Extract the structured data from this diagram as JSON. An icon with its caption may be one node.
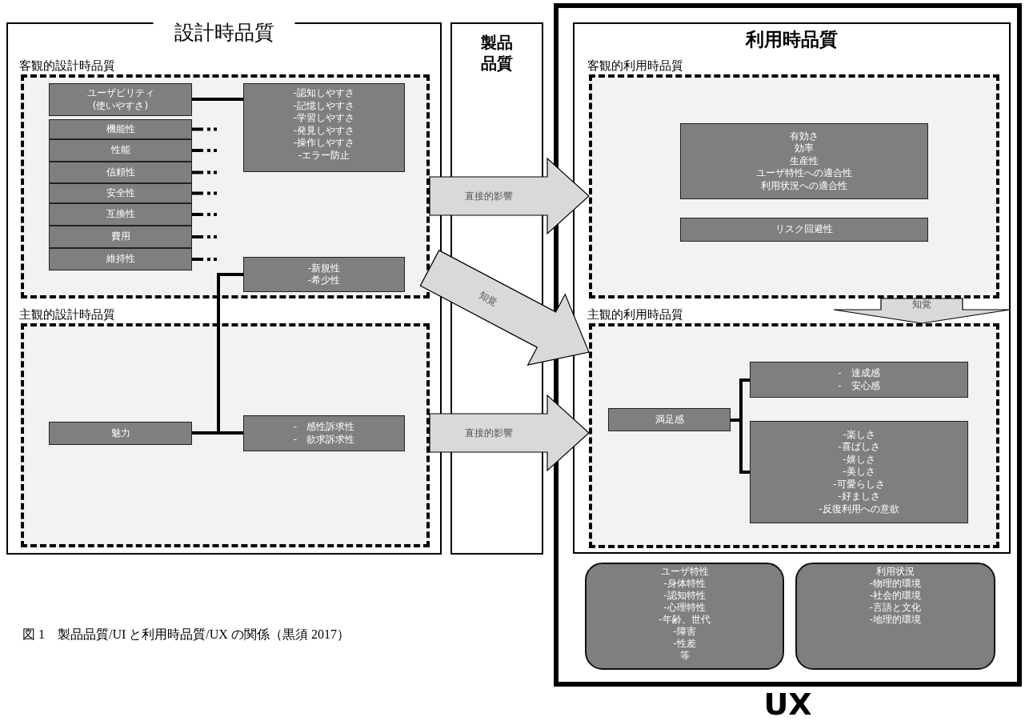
{
  "diagram": {
    "caption": "図 1　製品品質/UI と利用時品質/UX の関係（黒須 2017）",
    "nodes": [
      {
        "text": [
          "設計時品質"
        ]
      },
      {
        "text": [
          "客観的設計時品質"
        ],
        "in": 0
      },
      {
        "text": [
          "ユーザビリティ",
          "(使いやすさ)"
        ],
        "in": 1
      },
      {
        "text": [
          "機能性"
        ],
        "in": 1
      },
      {
        "text": [
          "性能"
        ],
        "in": 1
      },
      {
        "text": [
          "信頼性"
        ],
        "in": 1
      },
      {
        "text": [
          "安全性"
        ],
        "in": 1
      },
      {
        "text": [
          "互換性"
        ],
        "in": 1
      },
      {
        "text": [
          "費用"
        ],
        "in": 1
      },
      {
        "text": [
          "維持性"
        ],
        "in": 1
      },
      {
        "text": [
          "-認知しやすさ",
          "-記憶しやすさ",
          "-学習しやすさ",
          "-発見しやすさ",
          "-操作しやすさ",
          "-エラー防止"
        ],
        "in": 1
      },
      {
        "text": [
          "-新規性",
          "-希少性"
        ],
        "in": 1
      },
      {
        "text": [
          "主観的設計時品質"
        ],
        "in": 0
      },
      {
        "text": [
          "魅力"
        ],
        "in": 12
      },
      {
        "text": [
          "-　感性訴求性",
          "-　欲求訴求性"
        ],
        "in": 12
      },
      {
        "text": [
          "製品品質"
        ]
      },
      {
        "text": [
          "UX"
        ]
      },
      {
        "text": [
          "利用時品質"
        ],
        "in": 16
      },
      {
        "text": [
          "客観的利用時品質"
        ],
        "in": 17
      },
      {
        "text": [
          "有効さ",
          "効率",
          "生産性",
          "ユーザ特性への適合性",
          "利用状況への適合性"
        ],
        "in": 18
      },
      {
        "text": [
          "リスク回避性"
        ],
        "in": 18
      },
      {
        "text": [
          "主観的利用時品質"
        ],
        "in": 17
      },
      {
        "text": [
          "満足感"
        ],
        "in": 21
      },
      {
        "text": [
          "-　達成感",
          "-　安心感"
        ],
        "in": 21
      },
      {
        "text": [
          "-楽しさ",
          "-喜ばしさ",
          "-嬉しさ",
          "-美しさ",
          "-可愛らしさ",
          "-好ましさ",
          "-反復利用への意欲"
        ],
        "in": 21
      },
      {
        "text": [
          "ユーザ特性",
          "-身体特性",
          "-認知特性",
          "-心理特性",
          "-年齢、世代",
          "-障害",
          "-性差",
          "等"
        ],
        "in": 16
      },
      {
        "text": [
          "利用状況",
          "-物理的環境",
          "-社会的環境",
          "-言語と文化",
          "-地理的環境"
        ],
        "in": 16
      }
    ],
    "edges": [
      {
        "from": 2,
        "to": 10,
        "arrow": "none"
      },
      {
        "from": 3,
        "to": null,
        "arrow": "none",
        "style": "dashed"
      },
      {
        "from": 4,
        "to": null,
        "arrow": "none",
        "style": "dashed"
      },
      {
        "from": 5,
        "to": null,
        "arrow": "none",
        "style": "dashed"
      },
      {
        "from": 6,
        "to": null,
        "arrow": "none",
        "style": "dashed"
      },
      {
        "from": 7,
        "to": null,
        "arrow": "none",
        "style": "dashed"
      },
      {
        "from": 8,
        "to": null,
        "arrow": "none",
        "style": "dashed"
      },
      {
        "from": 9,
        "to": null,
        "arrow": "none",
        "style": "dashed"
      },
      {
        "from": 13,
        "to": 11,
        "arrow": "none"
      },
      {
        "from": 13,
        "to": 14,
        "arrow": "none"
      },
      {
        "from": 1,
        "to": 18,
        "arrow": "to",
        "label": "直接的影響",
        "style": "thick"
      },
      {
        "from": 1,
        "to": 21,
        "arrow": "to",
        "label": "知覚",
        "style": "thick"
      },
      {
        "from": 12,
        "to": 21,
        "arrow": "to",
        "label": "直接的影響",
        "style": "thick"
      },
      {
        "from": 18,
        "to": 21,
        "arrow": "to",
        "label": "知覚",
        "style": "thick"
      },
      {
        "from": 22,
        "to": 23,
        "arrow": "none"
      },
      {
        "from": 22,
        "to": 24,
        "arrow": "none"
      }
    ]
  }
}
